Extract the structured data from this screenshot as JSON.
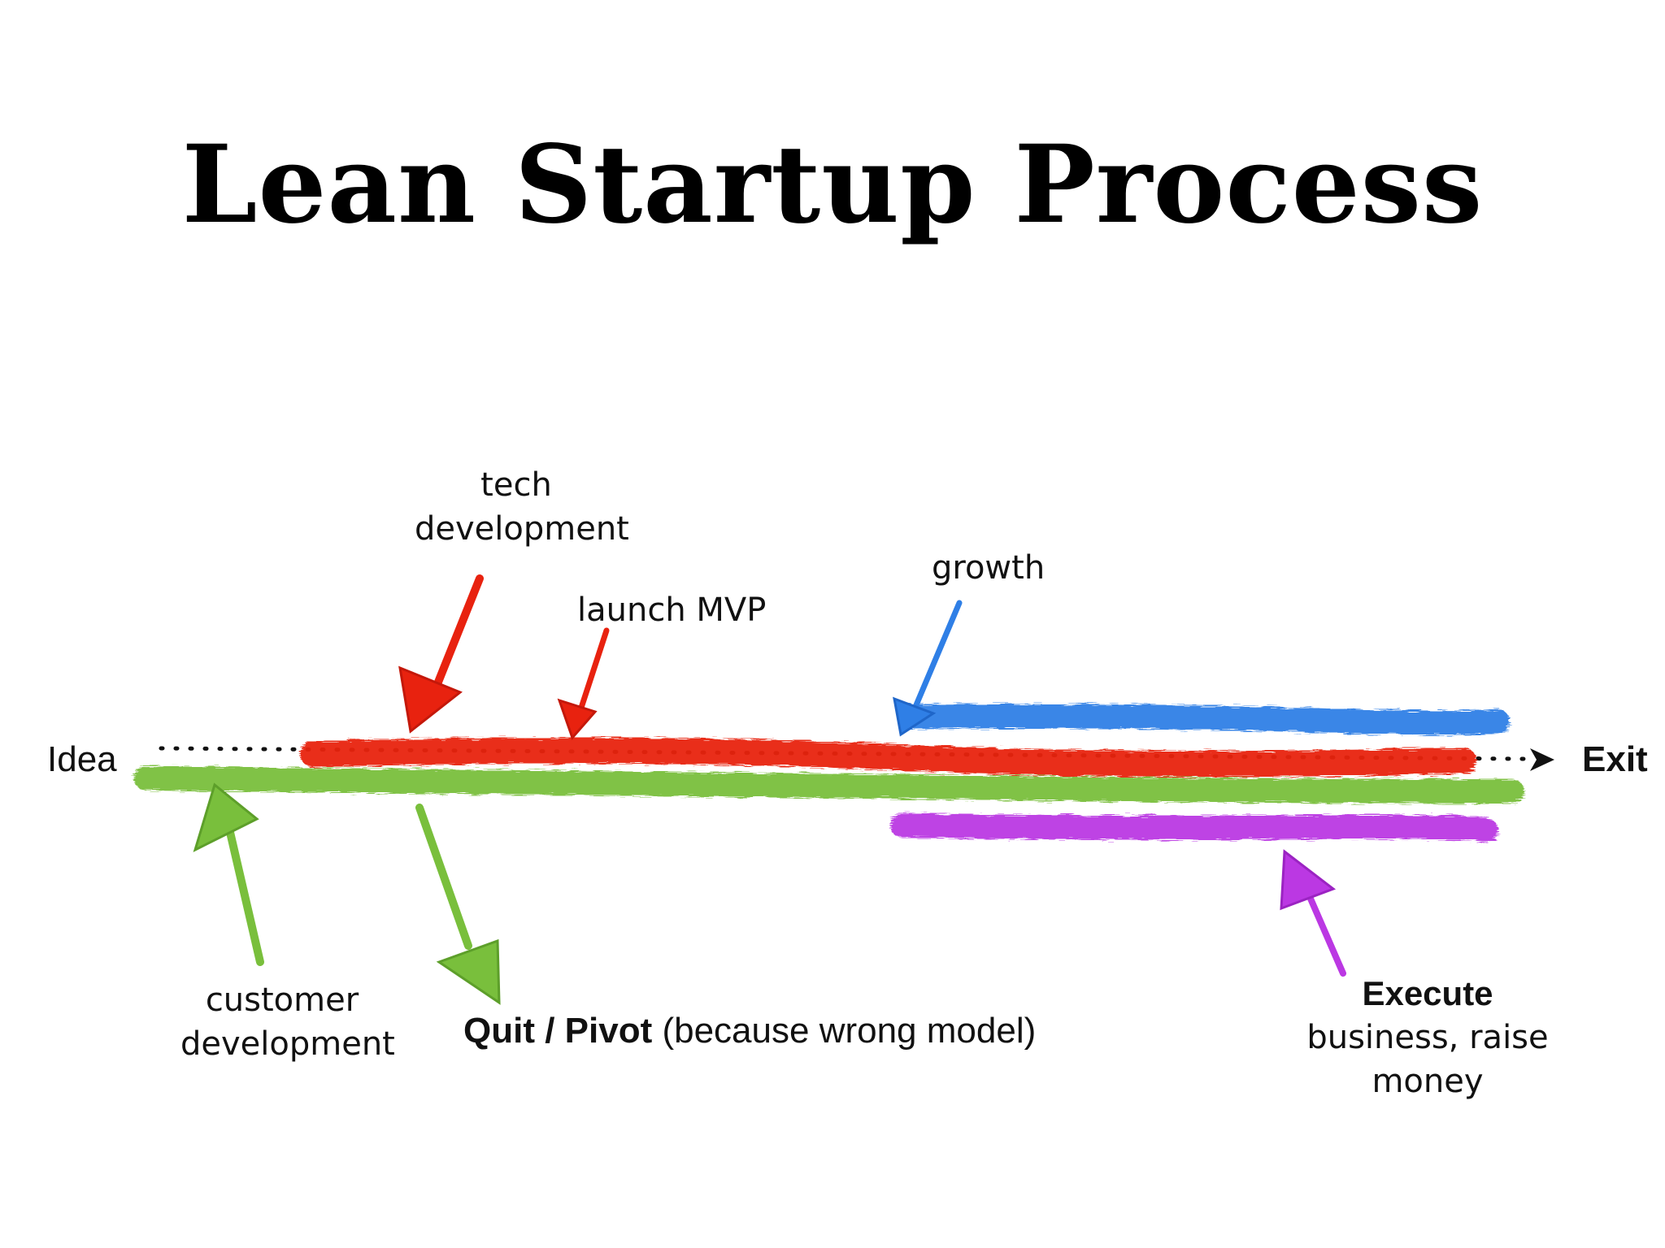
{
  "title": "Lean Startup Process",
  "labels": {
    "idea": "Idea",
    "exit": "Exit",
    "tech_development_1": "tech",
    "tech_development_2": "development",
    "launch_mvp": "launch MVP",
    "growth": "growth",
    "customer_development_1": "customer",
    "customer_development_2": "development",
    "quit_pivot_bold": "Quit / Pivot",
    "quit_pivot_rest": " (because wrong model)",
    "execute_bold": "Execute",
    "execute_2": "business, raise",
    "execute_3": "money"
  },
  "colors": {
    "red": "#e8220f",
    "green": "#79bf3c",
    "blue": "#2f7fe6",
    "purple": "#bb38e3",
    "text": "#111111"
  }
}
